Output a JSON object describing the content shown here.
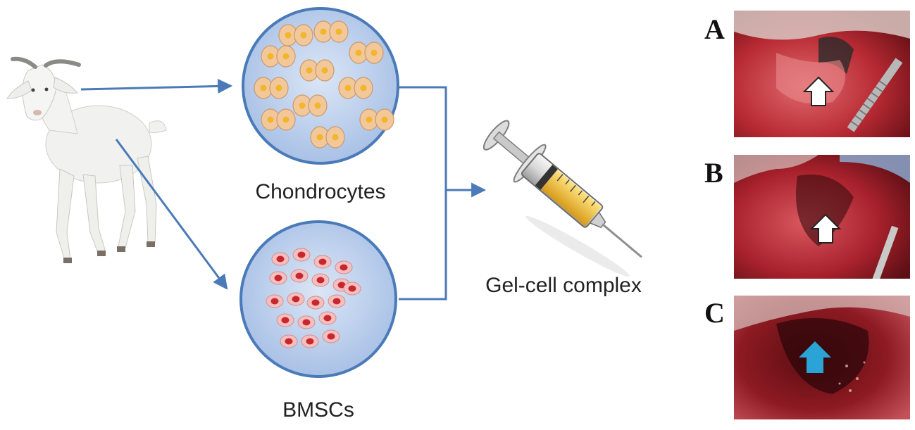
{
  "nodes": {
    "chondrocytes_label": "Chondrocytes",
    "bmscs_label": "BMSCs",
    "gel_label": "Gel-cell complex"
  },
  "panels": [
    {
      "letter": "A",
      "arrow_color": "#ffffff"
    },
    {
      "letter": "B",
      "arrow_color": "#ffffff"
    },
    {
      "letter": "C",
      "arrow_color": "#2aa3d6"
    }
  ],
  "colors": {
    "arrow": "#4a7ab8",
    "dish_fill": "#b8cdea",
    "dish_stroke": "#4a7ab8",
    "chondrocyte_cell": "#f2c79a",
    "chondrocyte_nucleus": "#f2b62b",
    "bmsc_cell": "#f3c0c0",
    "bmsc_nucleus": "#c9272f",
    "tissue": "#b51f2a"
  }
}
